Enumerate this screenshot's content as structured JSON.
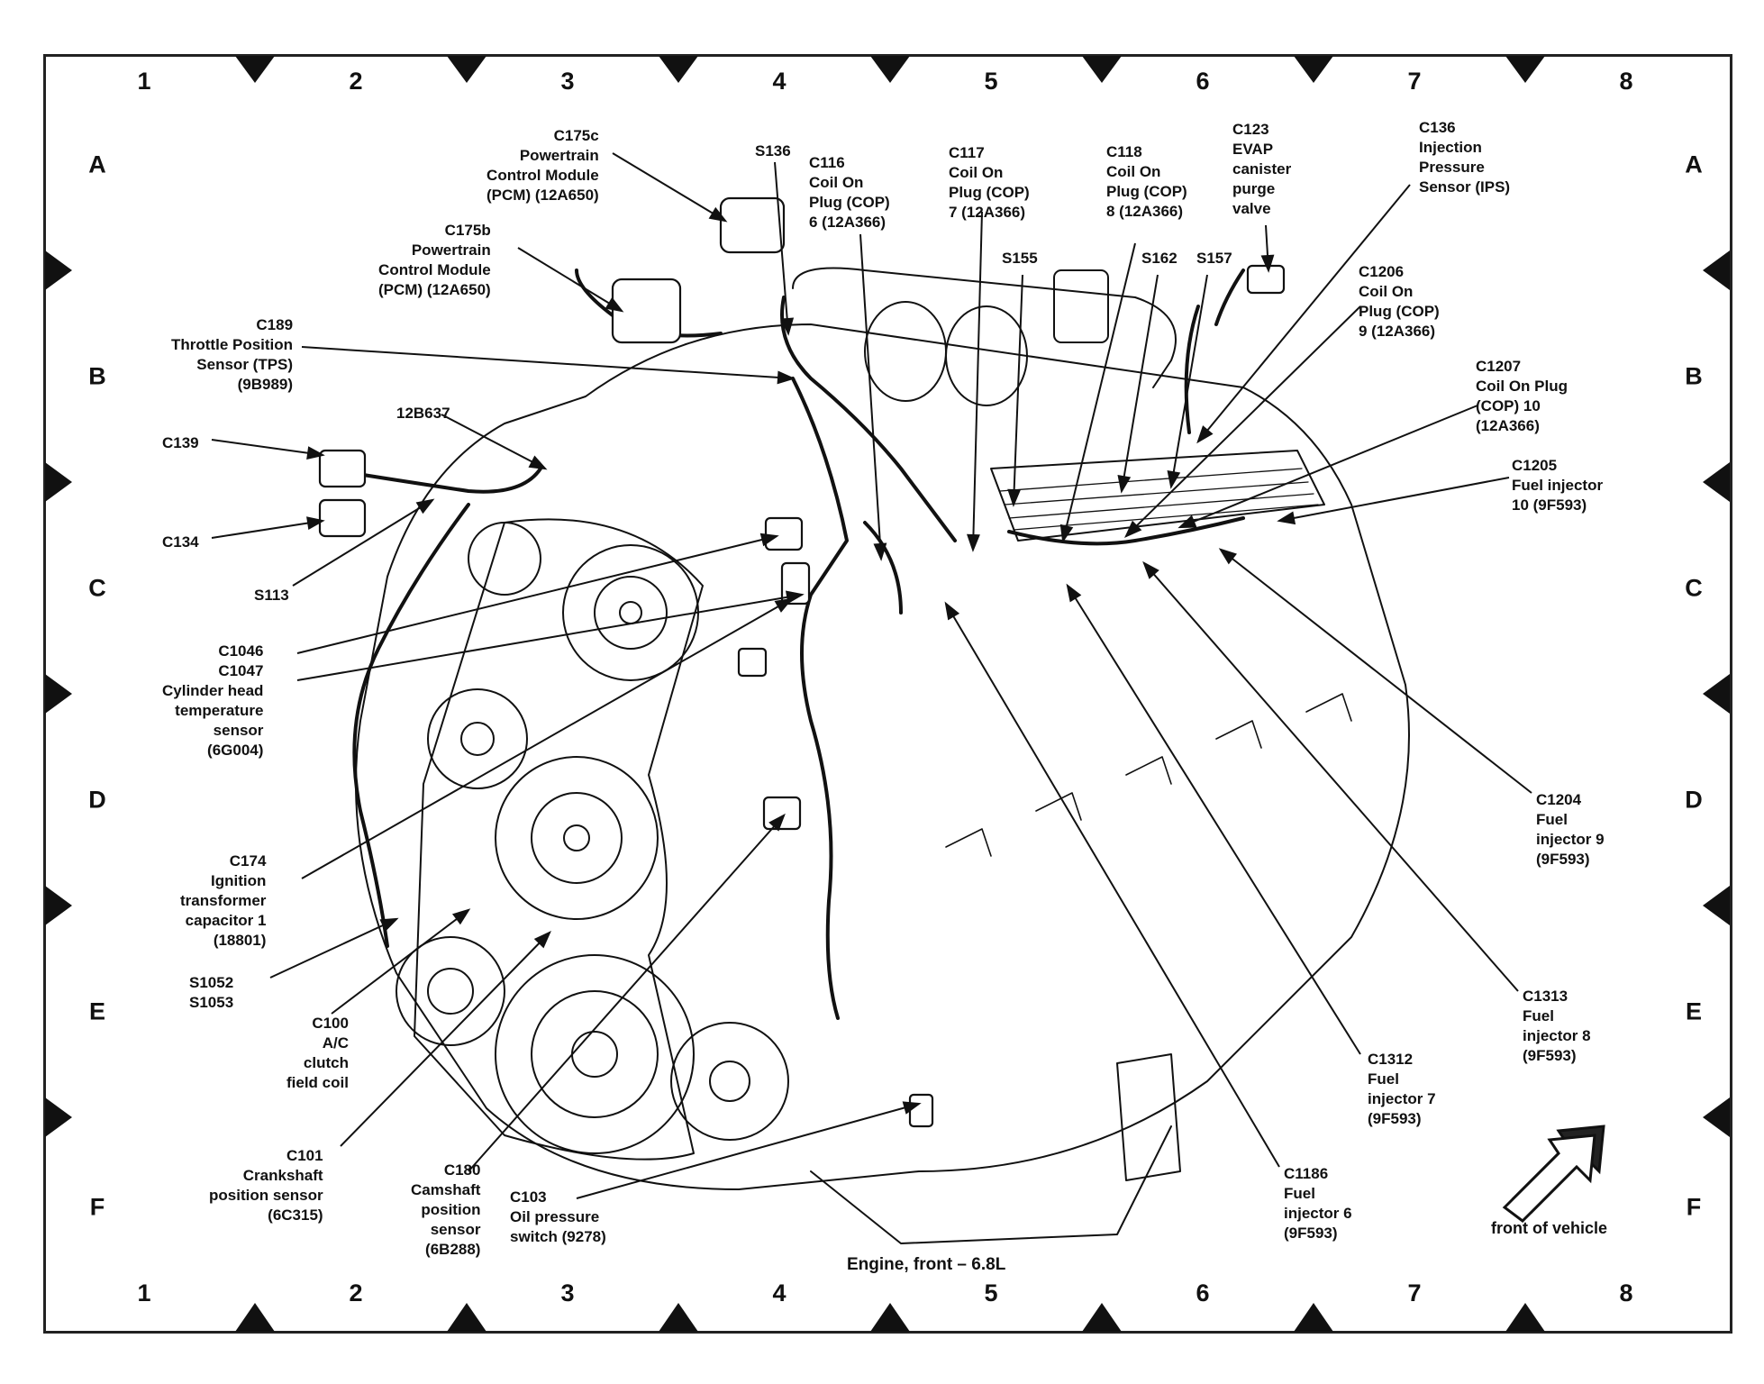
{
  "grid": {
    "columns": [
      "1",
      "2",
      "3",
      "4",
      "5",
      "6",
      "7",
      "8"
    ],
    "rows": [
      "A",
      "B",
      "C",
      "D",
      "E",
      "F"
    ]
  },
  "caption": "Engine, front – 6.8L",
  "front_of_vehicle": "front of vehicle",
  "labels": {
    "c175c": [
      "C175c",
      "Powertrain",
      "Control Module",
      "(PCM) (12A650)"
    ],
    "c175b": [
      "C175b",
      "Powertrain",
      "Control Module",
      "(PCM) (12A650)"
    ],
    "c189": [
      "C189",
      "Throttle Position",
      "Sensor (TPS)",
      "(9B989)"
    ],
    "c12b637": [
      "12B637"
    ],
    "c139": [
      "C139"
    ],
    "c134": [
      "C134"
    ],
    "s113": [
      "S113"
    ],
    "c1046": [
      "C1046",
      "C1047",
      "Cylinder head",
      "temperature",
      "sensor",
      "(6G004)"
    ],
    "c174": [
      "C174",
      "Ignition",
      "transformer",
      "capacitor 1",
      "(18801)"
    ],
    "s1052": [
      "S1052",
      "S1053"
    ],
    "c100": [
      "C100",
      "A/C",
      "clutch",
      "field coil"
    ],
    "c101": [
      "C101",
      "Crankshaft",
      "position sensor",
      "(6C315)"
    ],
    "c180": [
      "C180",
      "Camshaft",
      "position",
      "sensor",
      "(6B288)"
    ],
    "c103": [
      "C103",
      "Oil pressure",
      "switch (9278)"
    ],
    "s136": [
      "S136"
    ],
    "c116": [
      "C116",
      "Coil On",
      "Plug (COP)",
      "6 (12A366)"
    ],
    "c117": [
      "C117",
      "Coil On",
      "Plug (COP)",
      "7 (12A366)"
    ],
    "s155": [
      "S155"
    ],
    "c118": [
      "C118",
      "Coil On",
      "Plug (COP)",
      "8 (12A366)"
    ],
    "s162": [
      "S162"
    ],
    "s157": [
      "S157"
    ],
    "c123": [
      "C123",
      "EVAP",
      "canister",
      "purge",
      "valve"
    ],
    "c136": [
      "C136",
      "Injection",
      "Pressure",
      "Sensor (IPS)"
    ],
    "c1206": [
      "C1206",
      "Coil On",
      "Plug (COP)",
      "9 (12A366)"
    ],
    "c1207": [
      "C1207",
      "Coil On Plug",
      "(COP) 10",
      "(12A366)"
    ],
    "c1205": [
      "C1205",
      "Fuel injector",
      "10 (9F593)"
    ],
    "c1204": [
      "C1204",
      "Fuel",
      "injector 9",
      "(9F593)"
    ],
    "c1313": [
      "C1313",
      "Fuel",
      "injector 8",
      "(9F593)"
    ],
    "c1312": [
      "C1312",
      "Fuel",
      "injector 7",
      "(9F593)"
    ],
    "c1186": [
      "C1186",
      "Fuel",
      "injector 6",
      "(9F593)"
    ]
  },
  "colors": {
    "ink": "#111111",
    "paper": "#ffffff",
    "frame": "#222222"
  }
}
